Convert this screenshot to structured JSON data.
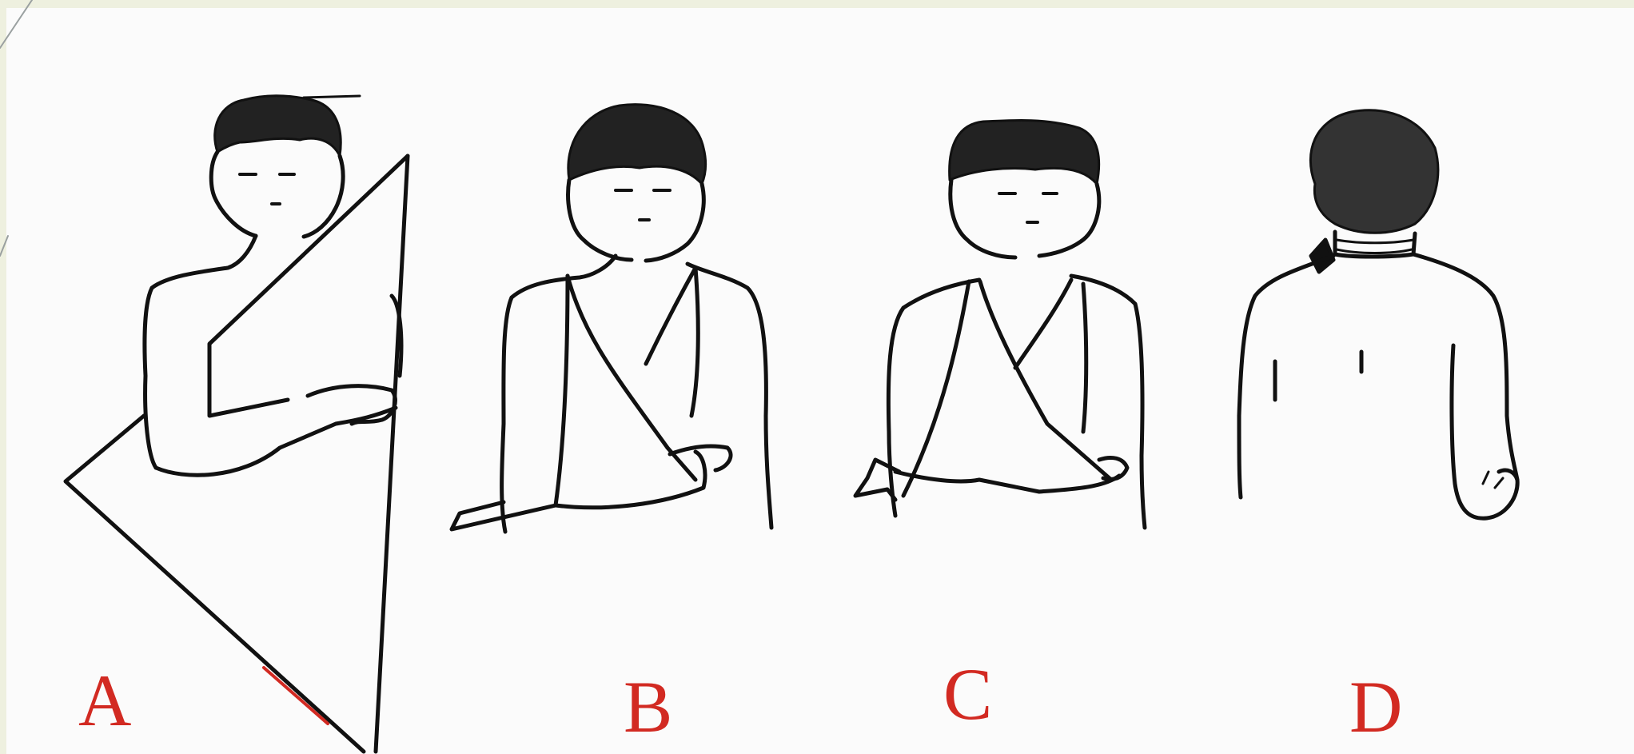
{
  "panels": [
    {
      "label": "A"
    },
    {
      "label": "B"
    },
    {
      "label": "C"
    },
    {
      "label": "D"
    }
  ],
  "colors": {
    "outline": "#111111",
    "label": "#d22a22",
    "paper": "#fbfbfb",
    "border": "#eef0df"
  }
}
